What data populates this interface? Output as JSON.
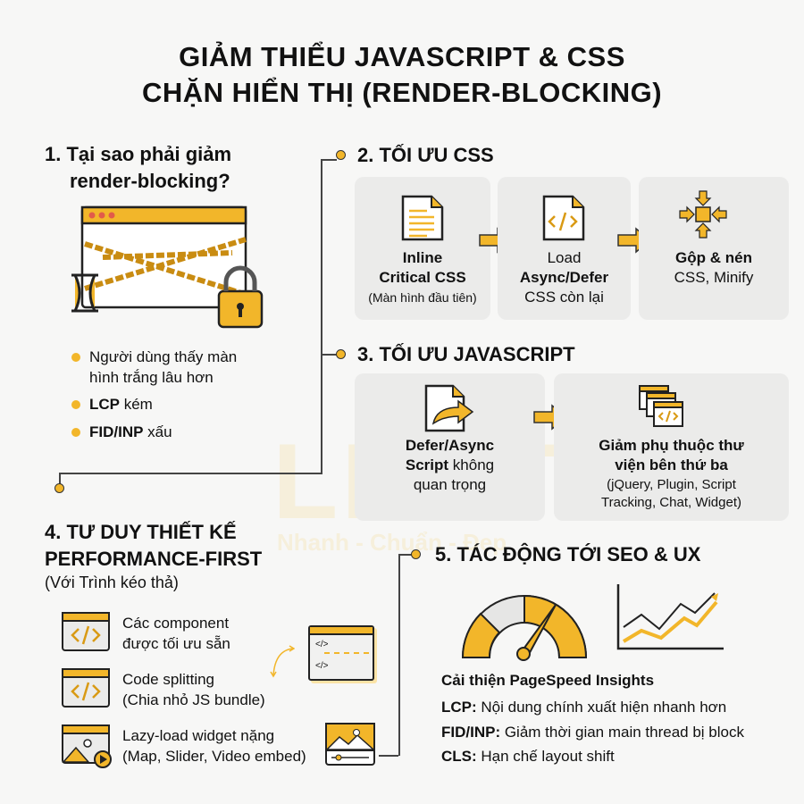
{
  "title": {
    "line1": "GIẢM THIỂU JAVASCRIPT & CSS",
    "line2": "CHẶN HIỂN THỊ (RENDER-BLOCKING)"
  },
  "watermark": {
    "logo": "LIGHT",
    "slogan": "Nhanh - Chuẩn - Đẹp"
  },
  "colors": {
    "accent": "#f2b62a",
    "card": "#ebebea",
    "text": "#111111"
  },
  "s1": {
    "title1": "1. Tại sao phải giảm",
    "title2": "render-blocking?",
    "bullets": [
      {
        "text1": "Người dùng thấy màn",
        "text2": "hình trắng lâu hơn"
      },
      {
        "bold": "LCP",
        "text": " kém"
      },
      {
        "bold": "FID/INP",
        "text": " xấu"
      }
    ]
  },
  "s2": {
    "title": "2. TỐI ƯU CSS",
    "cards": [
      {
        "icon": "document-lines-icon",
        "l1": "Inline",
        "l2": "Critical CSS",
        "l3": "(Màn hình đầu tiên)"
      },
      {
        "icon": "code-file-icon",
        "l1": "Load",
        "l2": "Async/Defer",
        "l3": "CSS còn lại"
      },
      {
        "icon": "compress-arrows-icon",
        "l1": "Gộp & nén",
        "l2": "CSS, Minify"
      }
    ]
  },
  "s3": {
    "title": "3. TỐI ƯU JAVASCRIPT",
    "cards": [
      {
        "icon": "file-arrow-icon",
        "l1": "Defer/Async",
        "l2b": "Script",
        "l2": " không",
        "l3": "quan trọng"
      },
      {
        "icon": "stacked-code-windows-icon",
        "l1": "Giảm phụ thuộc thư",
        "l2": "viện bên thứ ba",
        "l3": "(jQuery, Plugin, Script",
        "l4": "Tracking, Chat, Widget)"
      }
    ]
  },
  "s4": {
    "title1": "4. TƯ DUY THIẾT KẾ",
    "title2": "PERFORMANCE-FIRST",
    "subtitle": "(Với Trình kéo thả)",
    "items": [
      {
        "l1": "Các component",
        "l2": "được tối ưu sẵn"
      },
      {
        "l1": "Code splitting",
        "l2": "(Chia nhỏ JS bundle)"
      },
      {
        "l1": "Lazy-load widget nặng",
        "l2": "(Map, Slider, Video embed)"
      }
    ],
    "code_tag": "</>",
    "code_tag2": "</>"
  },
  "s5": {
    "title": "5. TÁC ĐỘNG TỚI SEO & UX",
    "heading": "Cải thiện PageSpeed Insights",
    "lines": [
      {
        "bold": "LCP:",
        "text": " Nội dung chính xuất hiện nhanh hơn"
      },
      {
        "bold": "FID/INP:",
        "text": " Giảm thời gian main thread bị block"
      },
      {
        "bold": "CLS:",
        "text": " Hạn chế layout shift"
      }
    ]
  }
}
